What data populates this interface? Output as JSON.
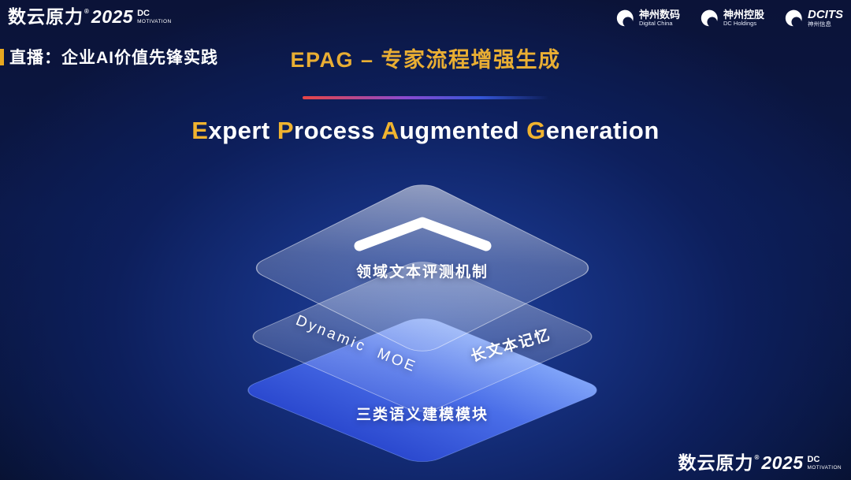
{
  "brand": {
    "name": "数云原力",
    "reg": "®",
    "year": "2025",
    "dc": "DC",
    "motivation": "MOTIVATION"
  },
  "header": {
    "live_label": "直播：企业AI价值先锋实践",
    "slide_title": "EPAG – 专家流程增强生成",
    "partner_logos": [
      {
        "name": "神州数码",
        "sub": "Digital China",
        "icon": "swirl-icon"
      },
      {
        "name": "神州控股",
        "sub": "DC Holdings",
        "icon": "swirl-icon"
      },
      {
        "name": "DCITS",
        "sub": "神州信息",
        "icon": "swirl-icon"
      }
    ]
  },
  "main_title": {
    "full_text": "Expert Process Augmented Generation",
    "parts": [
      "E",
      "xpert ",
      "P",
      "rocess ",
      "A",
      "ugmented ",
      "G",
      "eneration"
    ]
  },
  "diagram": {
    "top_layer_label": "领域文本评测机制",
    "middle_layer_left_label": "Dynamic  MOE",
    "middle_layer_right_label": "长文本记忆",
    "bottom_layer_label": "三类语义建模模块"
  },
  "colors": {
    "accent_gold": "#eaaf3a",
    "layer_blue": "#3a5fe0",
    "background_navy": "#0b1847",
    "divider_red": "#e84545",
    "divider_blue": "#3556d8"
  }
}
